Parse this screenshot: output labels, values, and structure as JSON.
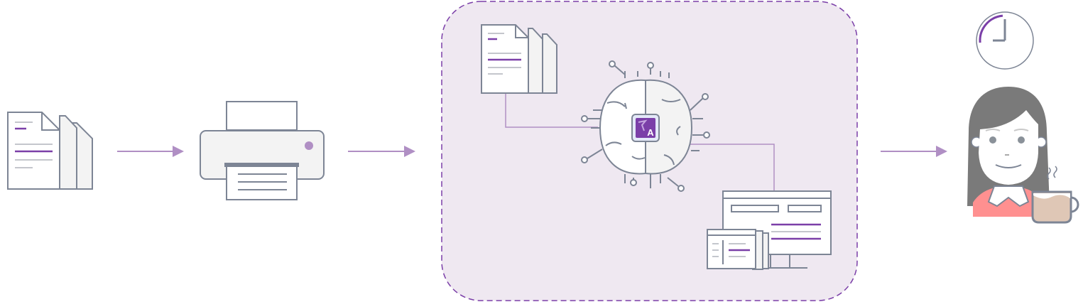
{
  "diagram": {
    "ai_logo": {
      "letter": "A"
    },
    "colors": {
      "accent": "#7b3fa8",
      "arrow": "#b08fc4",
      "panel_fill": "#efe8f1",
      "panel_border": "#7b3fa8",
      "icon_stroke": "#7d8595",
      "hair": "#7a7a7a",
      "shirt": "#ff9090",
      "coffee": "#dfc7b6"
    },
    "steps": [
      "documents",
      "printer",
      "ai-processing",
      "person-relaxing"
    ]
  }
}
